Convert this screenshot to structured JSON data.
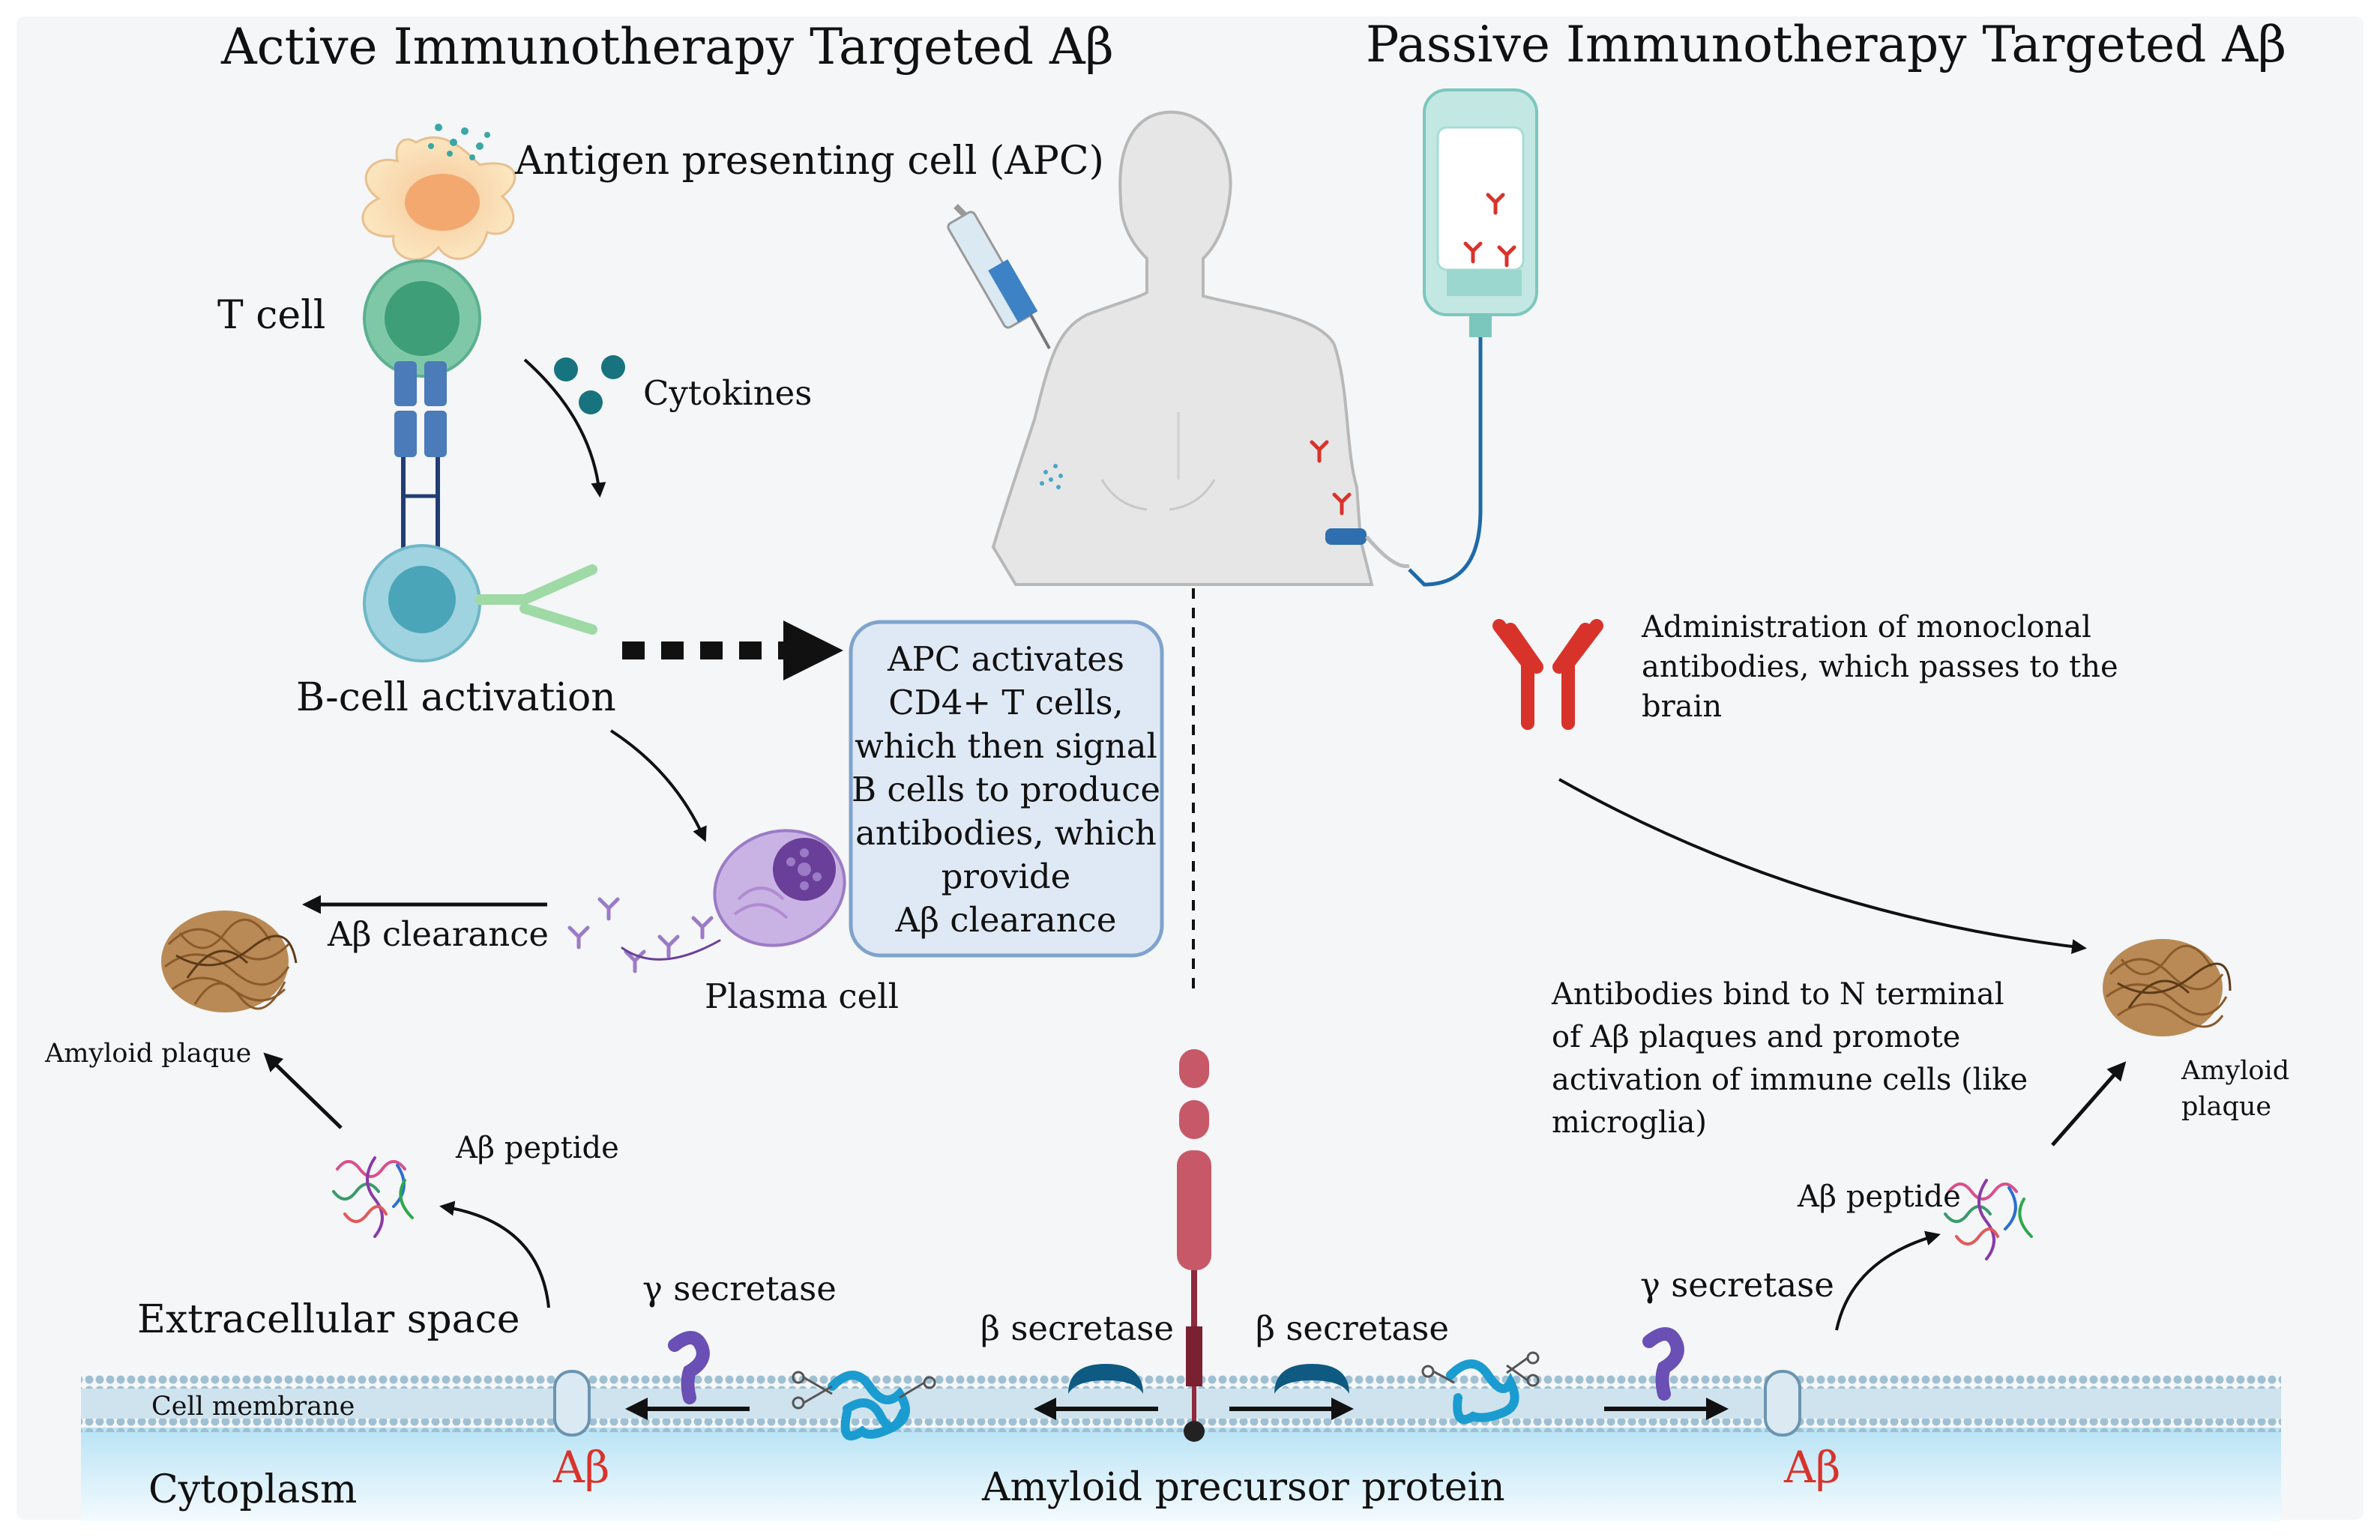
{
  "titles": {
    "active": "Active Immunotherapy Targeted Aβ",
    "passive": "Passive Immunotherapy Targeted Aβ"
  },
  "labels": {
    "apc": "Antigen presenting cell (APC)",
    "t_cell": "T cell",
    "cytokines": "Cytokines",
    "b_cell_activation": "B-cell activation",
    "plasma_cell": "Plasma cell",
    "ab_clearance": "Aβ clearance",
    "amyloid_plaque_left": "Amyloid plaque",
    "amyloid_plaque_right_1": "Amyloid",
    "amyloid_plaque_right_2": "plaque",
    "ab_peptide_left": "Aβ peptide",
    "ab_peptide_right": "Aβ peptide",
    "extracellular_space": "Extracellular space",
    "cell_membrane": "Cell membrane",
    "cytoplasm": "Cytoplasm",
    "gamma_secretase_left": "γ secretase",
    "gamma_secretase_right": "γ secretase",
    "beta_secretase_left": "β secretase",
    "beta_secretase_right": "β secretase",
    "ab_left": "Aβ",
    "ab_right": "Aβ",
    "app": "Amyloid precursor protein"
  },
  "center_box": [
    "APC activates",
    "CD4+ T cells,",
    "which then signal",
    "B cells to produce",
    "antibodies, which",
    "provide",
    "Aβ clearance"
  ],
  "monoclonal_text": [
    "Administration of monoclonal",
    "antibodies, which passes to the",
    "brain"
  ],
  "bind_text": [
    "Antibodies bind to N terminal",
    "of Aβ plaques and promote",
    "activation of immune cells (like",
    "microglia)"
  ],
  "colors": {
    "antibody_red": "#d8332b",
    "app_red": "#c75868",
    "secretase_blue": "#0e5a82",
    "t_cell_green": "#4aa887",
    "b_cell_teal": "#4aa5b8",
    "plasma_purple": "#9b7bc6",
    "plaque_brown": "#8a5a2b",
    "membrane_blue": "#8fb4cc",
    "cytoplasm_blue": "#d6eef9"
  }
}
